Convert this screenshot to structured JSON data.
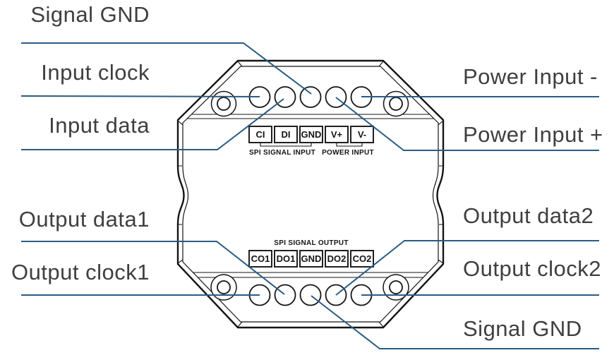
{
  "diagram": {
    "device": {
      "input_group": {
        "terminals": [
          "CI",
          "DI",
          "GND",
          "V+",
          "V-"
        ],
        "spi_label": "SPI SIGNAL INPUT",
        "power_label": "POWER INPUT"
      },
      "output_group": {
        "terminals": [
          "CO1",
          "DO1",
          "GND",
          "DO2",
          "CO2"
        ],
        "spi_label": "SPI SIGNAL OUTPUT"
      }
    },
    "callouts": {
      "left": [
        {
          "label": "Signal GND"
        },
        {
          "label": "Input clock"
        },
        {
          "label": "Input data"
        },
        {
          "label": "Output data1"
        },
        {
          "label": "Output clock1"
        }
      ],
      "right": [
        {
          "label": "Power Input -"
        },
        {
          "label": "Power Input +"
        },
        {
          "label": "Output data2"
        },
        {
          "label": "Output clock2"
        },
        {
          "label": "Signal GND"
        }
      ]
    },
    "colors": {
      "leader_line": "#2a5b84",
      "outline": "#141414",
      "label_text": "#3f3f3f"
    }
  }
}
